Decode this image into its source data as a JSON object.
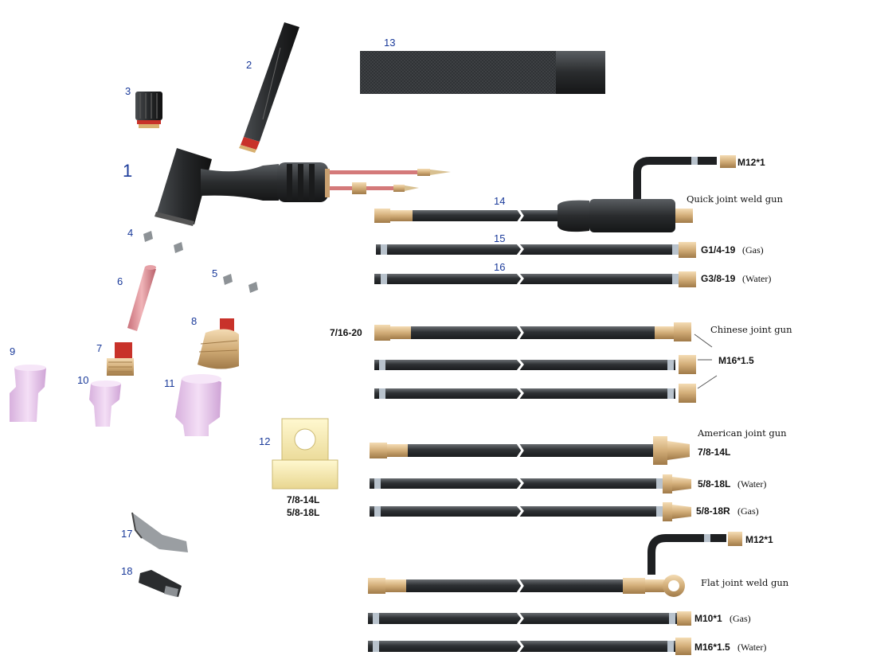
{
  "part_numbers": {
    "p1": "1",
    "p2": "2",
    "p3": "3",
    "p4": "4",
    "p5": "5",
    "p6": "6",
    "p7": "7",
    "p8": "8",
    "p9": "9",
    "p10": "10",
    "p11": "11",
    "p12": "12",
    "p13": "13",
    "p14": "14",
    "p15": "15",
    "p16": "16",
    "p17": "17",
    "p18": "18"
  },
  "adapter_labels": {
    "line1": "7/8-14L",
    "line2": "5/8-18L"
  },
  "quick_joint": {
    "caption": "Quick joint weld gun",
    "elbow_thread": "M12*1",
    "gas_thread": "G1/4-19",
    "gas_note": "(Gas)",
    "water_thread": "G3/8-19",
    "water_note": "(Water)"
  },
  "chinese_joint": {
    "caption": "Chinese joint gun",
    "left_thread": "7/16-20",
    "right_thread": "M16*1.5"
  },
  "american_joint": {
    "caption": "American joint gun",
    "main_thread": "7/8-14L",
    "water_thread": "5/8-18L",
    "water_note": "(Water)",
    "gas_thread": "5/8-18R",
    "gas_note": "(Gas)"
  },
  "flat_joint": {
    "caption": "Flat joint weld gun",
    "elbow_thread": "M12*1",
    "gas_thread": "M10*1",
    "gas_note": "(Gas)",
    "water_thread": "M16*1.5",
    "water_note": "(Water)"
  },
  "colors": {
    "hose": "#3a3d40",
    "brass": "#d9b98a",
    "ceramic": "#e8c8ec",
    "collet": "#d98a90",
    "part_label": "#1a3a9a"
  }
}
